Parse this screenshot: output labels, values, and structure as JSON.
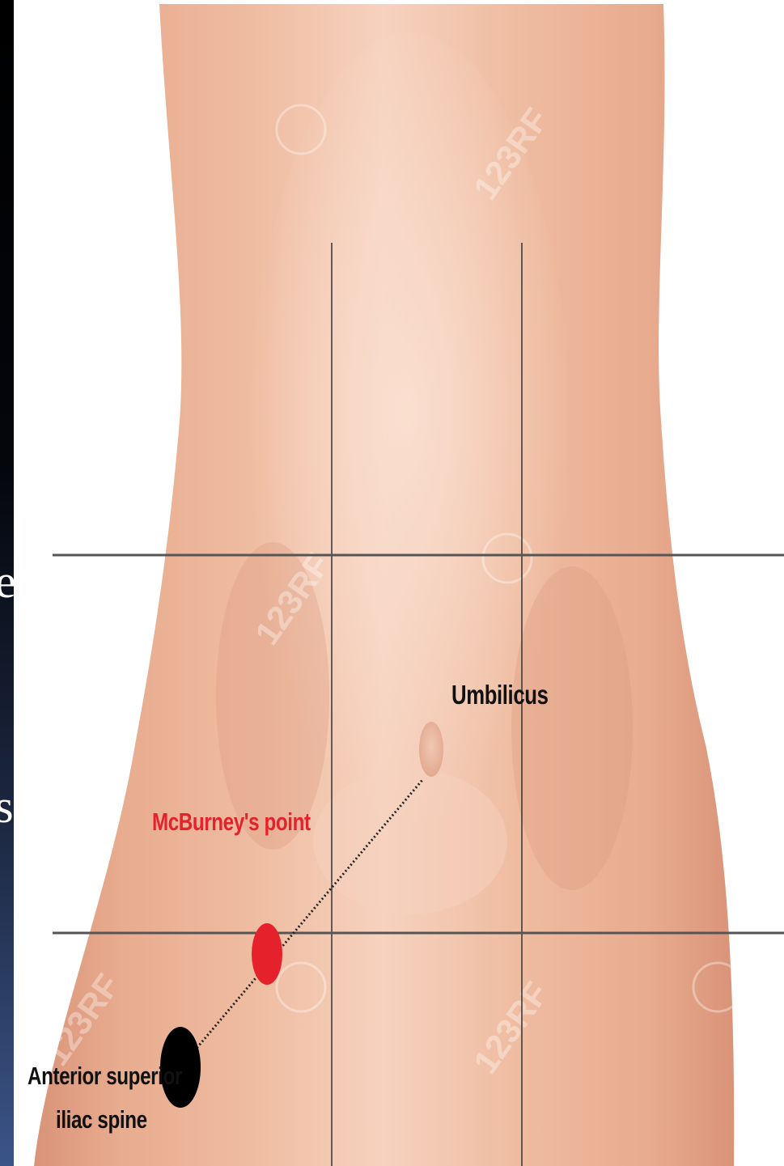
{
  "sidebar": {
    "glyphs": [
      "e",
      "s"
    ]
  },
  "labels": {
    "umbilicus": "Umbilicus",
    "mcburney": "McBurney's point",
    "asis_line1": "Anterior superior",
    "asis_line2": "iliac spine"
  },
  "watermark": "123RF",
  "colors": {
    "skin": "#eab194",
    "skin_center": "#f8d6c4",
    "mcburney_point": "#e5222b",
    "asis_point": "#000000",
    "label_text": "#111111",
    "grid_lines": "#555555"
  }
}
